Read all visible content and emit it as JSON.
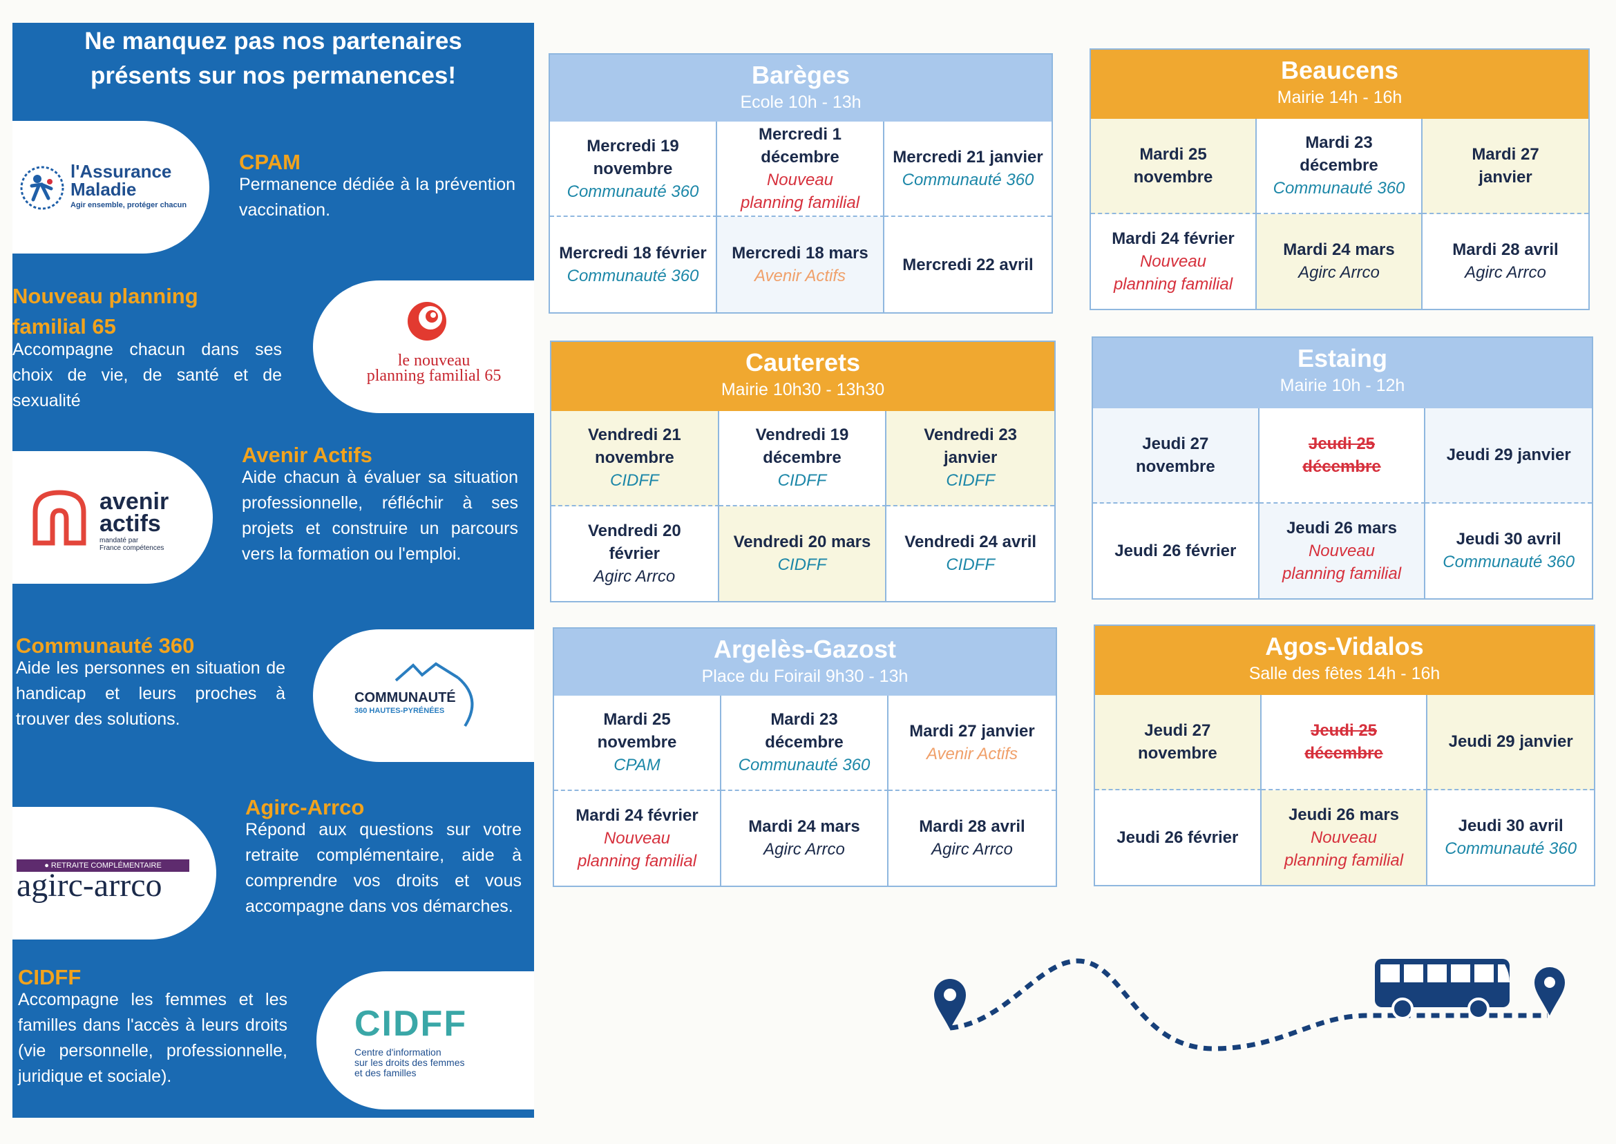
{
  "partners_panel": {
    "title_line1": "Ne manquez pas nos partenaires",
    "title_line2": "présents sur nos permanences!",
    "partners": [
      {
        "name": "CPAM",
        "description": "Permanence dédiée à la prévention vaccination.",
        "logo_line1": "l'Assurance",
        "logo_line2": "Maladie",
        "logo_tagline": "Agir ensemble, protéger chacun"
      },
      {
        "name_line1": "Nouveau planning",
        "name_line2": "familial 65",
        "description": "Accompagne chacun dans ses choix de vie, de santé et de sexualité",
        "logo_line1": "le nouveau",
        "logo_line2": "planning familial 65"
      },
      {
        "name": "Avenir Actifs",
        "description": "Aide chacun à évaluer sa situation professionnelle, réfléchir à ses projets et construire un parcours vers la formation ou l'emploi.",
        "logo_line1": "avenir",
        "logo_line2": "actifs",
        "logo_tagline1": "mandaté par",
        "logo_tagline2": "France compétences"
      },
      {
        "name": "Communauté 360",
        "description": "Aide les personnes en situation de handicap et leurs proches à trouver des solutions.",
        "logo_line1": "COMMUNAUTÉ",
        "logo_line2": "360 HAUTES-PYRÉNÉES"
      },
      {
        "name": "Agirc-Arrco",
        "description": "Répond aux questions sur votre retraite complémentaire, aide à comprendre vos droits et vous accompagne dans vos démarches.",
        "logo_banner": "● RETRAITE COMPLÉMENTAIRE",
        "logo_text": "agirc-arrco"
      },
      {
        "name": "CIDFF",
        "description": "Accompagne les femmes et les familles dans l'accès à leurs droits (vie personnelle, professionnelle, juridique et sociale).",
        "logo_text": "CIDFF",
        "logo_tag1": "Centre d'information",
        "logo_tag2": "sur les droits des femmes",
        "logo_tag3": "et des familles"
      }
    ]
  },
  "colors": {
    "panel_blue": "#1a6ab2",
    "accent_orange": "#f2a31d",
    "header_blue": "#a9c8ec",
    "header_orange": "#f0a830",
    "teal": "#1c87a8",
    "red": "#d6303c"
  },
  "schedules": [
    {
      "name": "Barèges",
      "venue": "Ecole 10h - 13h",
      "cells": [
        {
          "date": [
            "Mercredi 19",
            "novembre"
          ],
          "partner": [
            "Communauté 360"
          ]
        },
        {
          "date": [
            "Mercredi 1",
            "décembre"
          ],
          "partner": [
            "Nouveau",
            "planning familial"
          ]
        },
        {
          "date": [
            "Mercredi 21 janvier"
          ],
          "partner": [
            "Communauté 360"
          ]
        },
        {
          "date": [
            "Mercredi 18 février"
          ],
          "partner": [
            "Communauté 360"
          ]
        },
        {
          "date": [
            "Mercredi 18 mars"
          ],
          "partner": [
            "Avenir Actifs"
          ]
        },
        {
          "date": [
            "Mercredi 22 avril"
          ],
          "partner": []
        }
      ]
    },
    {
      "name": "Beaucens",
      "venue": "Mairie 14h - 16h",
      "cells": [
        {
          "date": [
            "Mardi 25",
            "novembre"
          ],
          "partner": []
        },
        {
          "date": [
            "Mardi 23",
            "décembre"
          ],
          "partner": [
            "Communauté 360"
          ]
        },
        {
          "date": [
            "Mardi 27",
            "janvier"
          ],
          "partner": []
        },
        {
          "date": [
            "Mardi 24 février"
          ],
          "partner": [
            "Nouveau",
            "planning familial"
          ]
        },
        {
          "date": [
            "Mardi 24 mars"
          ],
          "partner": [
            "Agirc Arrco"
          ]
        },
        {
          "date": [
            "Mardi 28 avril"
          ],
          "partner": [
            "Agirc Arrco"
          ]
        }
      ]
    },
    {
      "name": "Cauterets",
      "venue": "Mairie 10h30 - 13h30",
      "cells": [
        {
          "date": [
            "Vendredi 21",
            "novembre"
          ],
          "partner": [
            "CIDFF"
          ]
        },
        {
          "date": [
            "Vendredi 19",
            "décembre"
          ],
          "partner": [
            "CIDFF"
          ]
        },
        {
          "date": [
            "Vendredi 23",
            "janvier"
          ],
          "partner": [
            "CIDFF"
          ]
        },
        {
          "date": [
            "Vendredi 20",
            "février"
          ],
          "partner": [
            "Agirc Arrco"
          ]
        },
        {
          "date": [
            "Vendredi 20 mars"
          ],
          "partner": [
            "CIDFF"
          ]
        },
        {
          "date": [
            "Vendredi 24 avril"
          ],
          "partner": [
            "CIDFF"
          ]
        }
      ]
    },
    {
      "name": "Estaing",
      "venue": "Mairie 10h - 12h",
      "cells": [
        {
          "date": [
            "Jeudi 27",
            "novembre"
          ],
          "partner": []
        },
        {
          "date": [
            "Jeudi 25",
            "décembre"
          ],
          "partner": []
        },
        {
          "date": [
            "Jeudi 29 janvier"
          ],
          "partner": []
        },
        {
          "date": [
            "Jeudi 26 février"
          ],
          "partner": []
        },
        {
          "date": [
            "Jeudi 26 mars"
          ],
          "partner": [
            "Nouveau",
            "planning familial"
          ]
        },
        {
          "date": [
            "Jeudi 30 avril"
          ],
          "partner": [
            "Communauté 360"
          ]
        }
      ]
    },
    {
      "name": "Argelès-Gazost",
      "venue": "Place du Foirail 9h30 - 13h",
      "cells": [
        {
          "date": [
            "Mardi 25",
            "novembre"
          ],
          "partner": [
            "CPAM"
          ]
        },
        {
          "date": [
            "Mardi 23",
            "décembre"
          ],
          "partner": [
            "Communauté 360"
          ]
        },
        {
          "date": [
            "Mardi 27 janvier"
          ],
          "partner": [
            "Avenir Actifs"
          ]
        },
        {
          "date": [
            "Mardi 24 février"
          ],
          "partner": [
            "Nouveau",
            "planning familial"
          ]
        },
        {
          "date": [
            "Mardi 24 mars"
          ],
          "partner": [
            "Agirc Arrco"
          ]
        },
        {
          "date": [
            "Mardi 28 avril"
          ],
          "partner": [
            "Agirc Arrco"
          ]
        }
      ]
    },
    {
      "name": "Agos-Vidalos",
      "venue": "Salle des fêtes 14h - 16h",
      "cells": [
        {
          "date": [
            "Jeudi 27",
            "novembre"
          ],
          "partner": []
        },
        {
          "date": [
            "Jeudi 25",
            "décembre"
          ],
          "partner": []
        },
        {
          "date": [
            "Jeudi 29 janvier"
          ],
          "partner": []
        },
        {
          "date": [
            "Jeudi 26 février"
          ],
          "partner": []
        },
        {
          "date": [
            "Jeudi 26 mars"
          ],
          "partner": [
            "Nouveau",
            "planning familial"
          ]
        },
        {
          "date": [
            "Jeudi 30 avril"
          ],
          "partner": [
            "Communauté 360"
          ]
        }
      ]
    }
  ],
  "icons": [
    "map-pin-icon",
    "bus-icon",
    "map-pin-icon"
  ]
}
